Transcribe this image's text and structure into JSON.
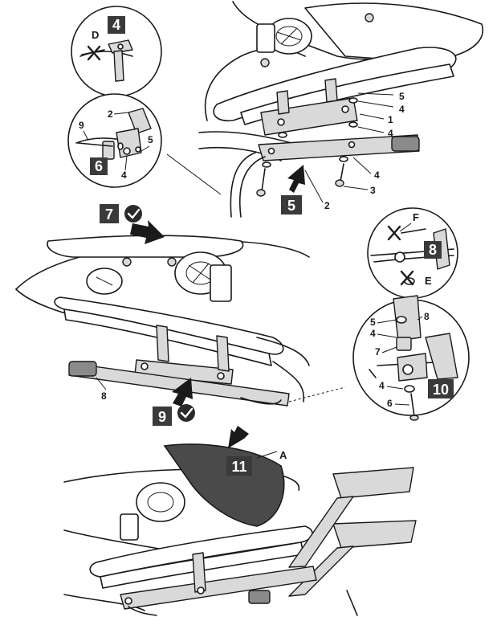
{
  "badges": {
    "step_4": "4",
    "step_5": "5",
    "step_6": "6",
    "step_7": "7",
    "step_8": "8",
    "step_9": "9",
    "step_10": "10",
    "step_11": "11"
  },
  "callouts": {
    "top": {
      "part_5": "5",
      "part_4a": "4",
      "part_1": "1",
      "part_4b": "4",
      "part_4c": "4",
      "part_3": "3",
      "part_2": "2"
    },
    "detail_4": {
      "letter_d": "D"
    },
    "detail_6": {
      "part_2": "2",
      "part_9": "9",
      "part_5": "5",
      "part_4": "4"
    },
    "middle": {
      "part_8": "8"
    },
    "detail_8": {
      "letter_f": "F",
      "letter_e": "E"
    },
    "detail_10": {
      "part_5": "5",
      "part_8": "8",
      "part_4a": "4",
      "part_7": "7",
      "part_4b": "4",
      "part_6": "6"
    },
    "bottom": {
      "letter_a": "A"
    }
  },
  "colors": {
    "line": "#1a1a1a",
    "badge": "#3a3a3a",
    "cover": "#4a4a4a",
    "background": "#ffffff"
  },
  "icons": [
    "check-icon",
    "cross-icon",
    "arrow-icon"
  ]
}
